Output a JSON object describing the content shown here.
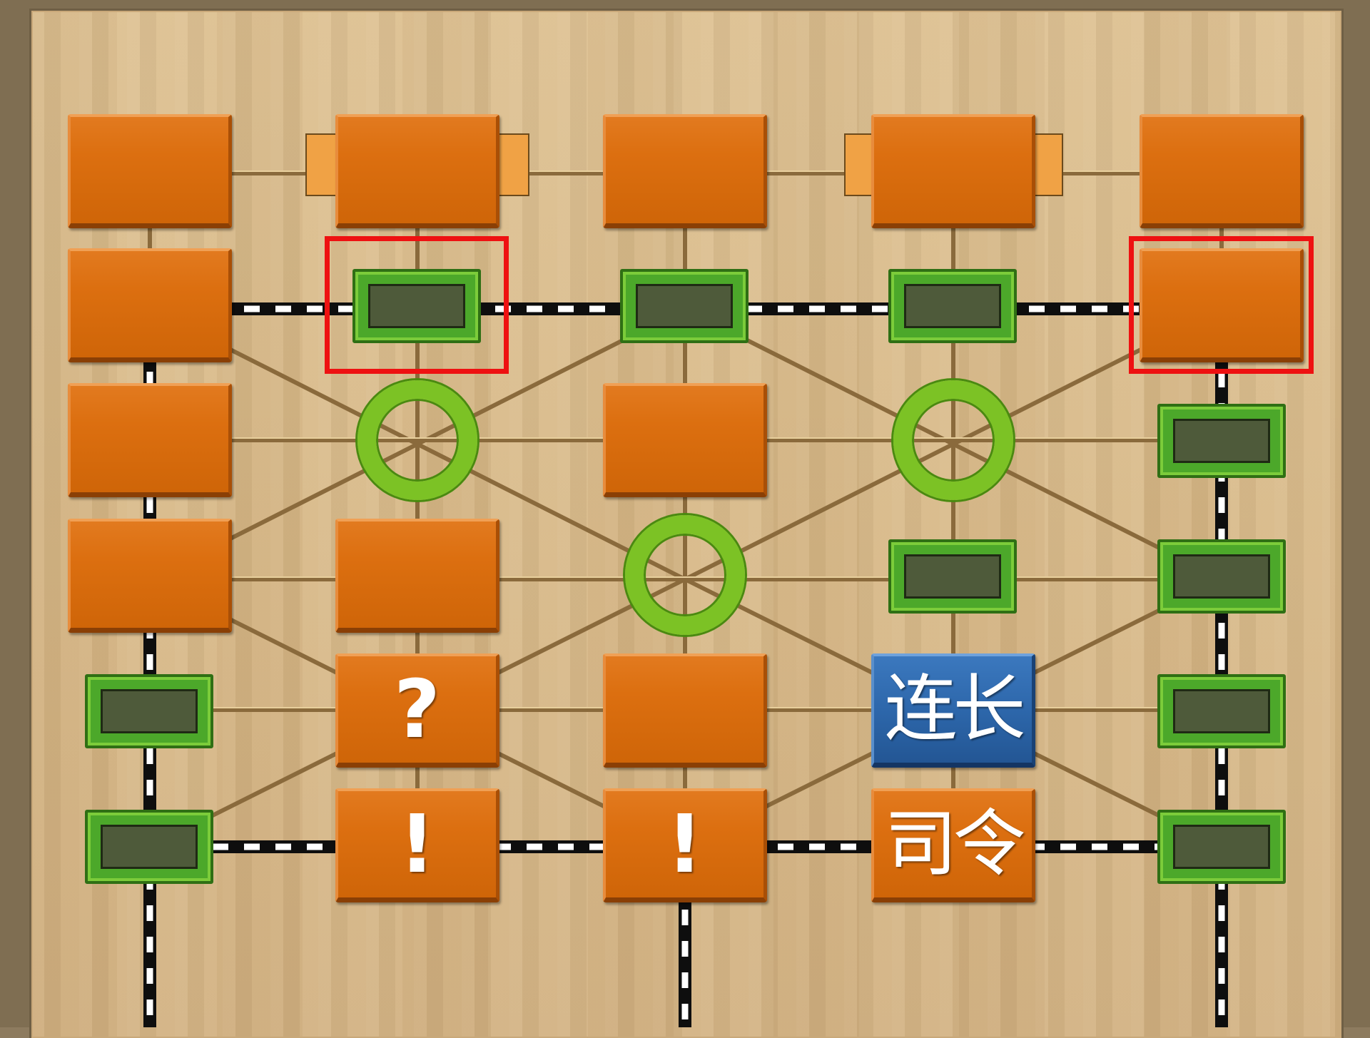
{
  "game": {
    "board_color": "#d8b98a",
    "piece_color": "#dc6f10",
    "enemy_piece_color": "#2d67ab",
    "post_color": "#4ca82a",
    "camp_color": "#7cc225",
    "selection_color": "#ee1111"
  },
  "pieces": [
    {
      "id": "r1c1",
      "label": ""
    },
    {
      "id": "r1c2",
      "label": ""
    },
    {
      "id": "r1c3",
      "label": ""
    },
    {
      "id": "r1c4",
      "label": ""
    },
    {
      "id": "r1c5",
      "label": ""
    },
    {
      "id": "r2c1",
      "label": ""
    },
    {
      "id": "r2c5",
      "label": ""
    },
    {
      "id": "r3c1",
      "label": ""
    },
    {
      "id": "r3c3",
      "label": ""
    },
    {
      "id": "r4c1",
      "label": ""
    },
    {
      "id": "r4c2",
      "label": ""
    },
    {
      "id": "r5c2",
      "label": "?"
    },
    {
      "id": "r5c3",
      "label": ""
    },
    {
      "id": "r6c2",
      "label": "!"
    },
    {
      "id": "r6c3",
      "label": "!"
    },
    {
      "id": "r6c4",
      "label": "司令"
    },
    {
      "id": "r5c4",
      "label": "连长"
    }
  ]
}
